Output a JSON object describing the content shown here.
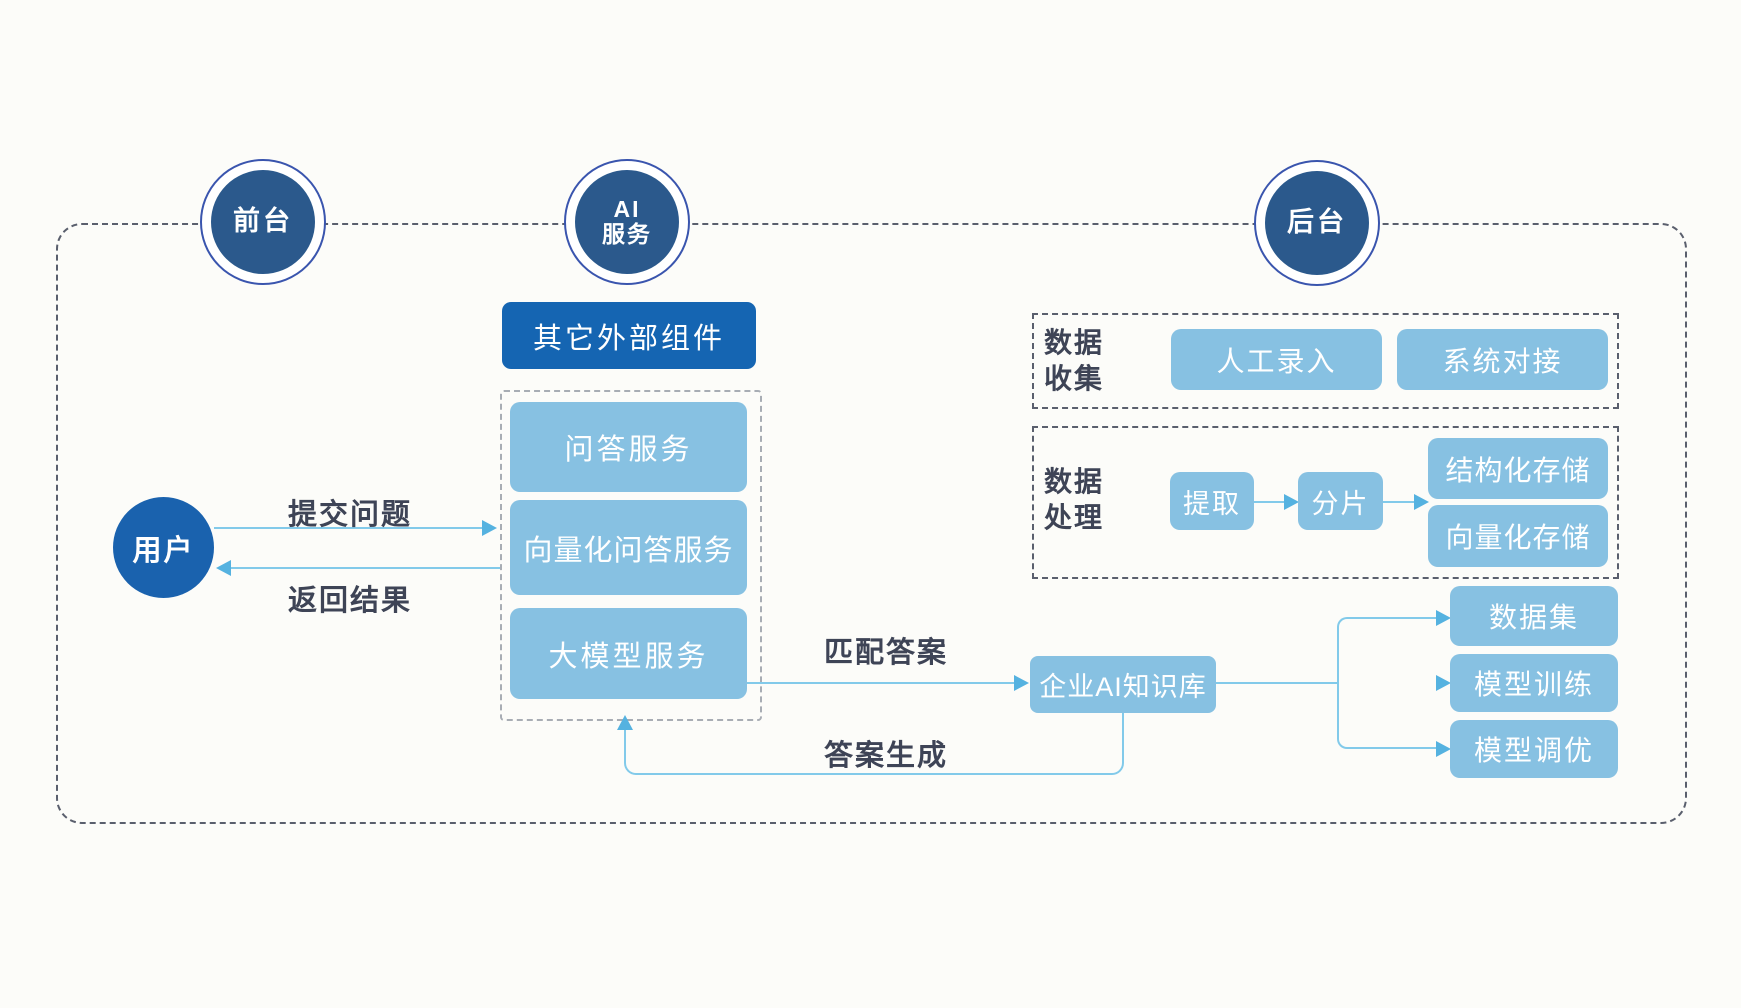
{
  "colors": {
    "background": "#fcfcf9",
    "stage_navy": "#2b598c",
    "stage_ring_blue": "#3a55ae",
    "primary_blue": "#1565b2",
    "user_blue": "#1a62ae",
    "light_blue": "#87c1e2",
    "arrow_line": "#82caea",
    "arrow_head": "#55b2e0",
    "dash_dark": "#5a5f6d",
    "dash_light": "#a8adb4",
    "label_text": "#3e4456"
  },
  "stages": {
    "front": "前台",
    "ai_line1": "AI",
    "ai_line2": "服务",
    "back": "后台"
  },
  "actors": {
    "user": "用户"
  },
  "external": {
    "label": "其它外部组件"
  },
  "ai_services": {
    "items": [
      "问答服务",
      "向量化问答服务",
      "大模型服务"
    ]
  },
  "flows": {
    "submit": "提交问题",
    "return": "返回结果",
    "match": "匹配答案",
    "generate": "答案生成"
  },
  "data_collection": {
    "label_line1": "数据",
    "label_line2": "收集",
    "items": [
      "人工录入",
      "系统对接"
    ]
  },
  "data_processing": {
    "label_line1": "数据",
    "label_line2": "处理",
    "extract": "提取",
    "shard": "分片",
    "storages": [
      "结构化存储",
      "向量化存储"
    ]
  },
  "knowledge_base": {
    "label": "企业AI知识库"
  },
  "model_ops": {
    "items": [
      "数据集",
      "模型训练",
      "模型调优"
    ]
  }
}
